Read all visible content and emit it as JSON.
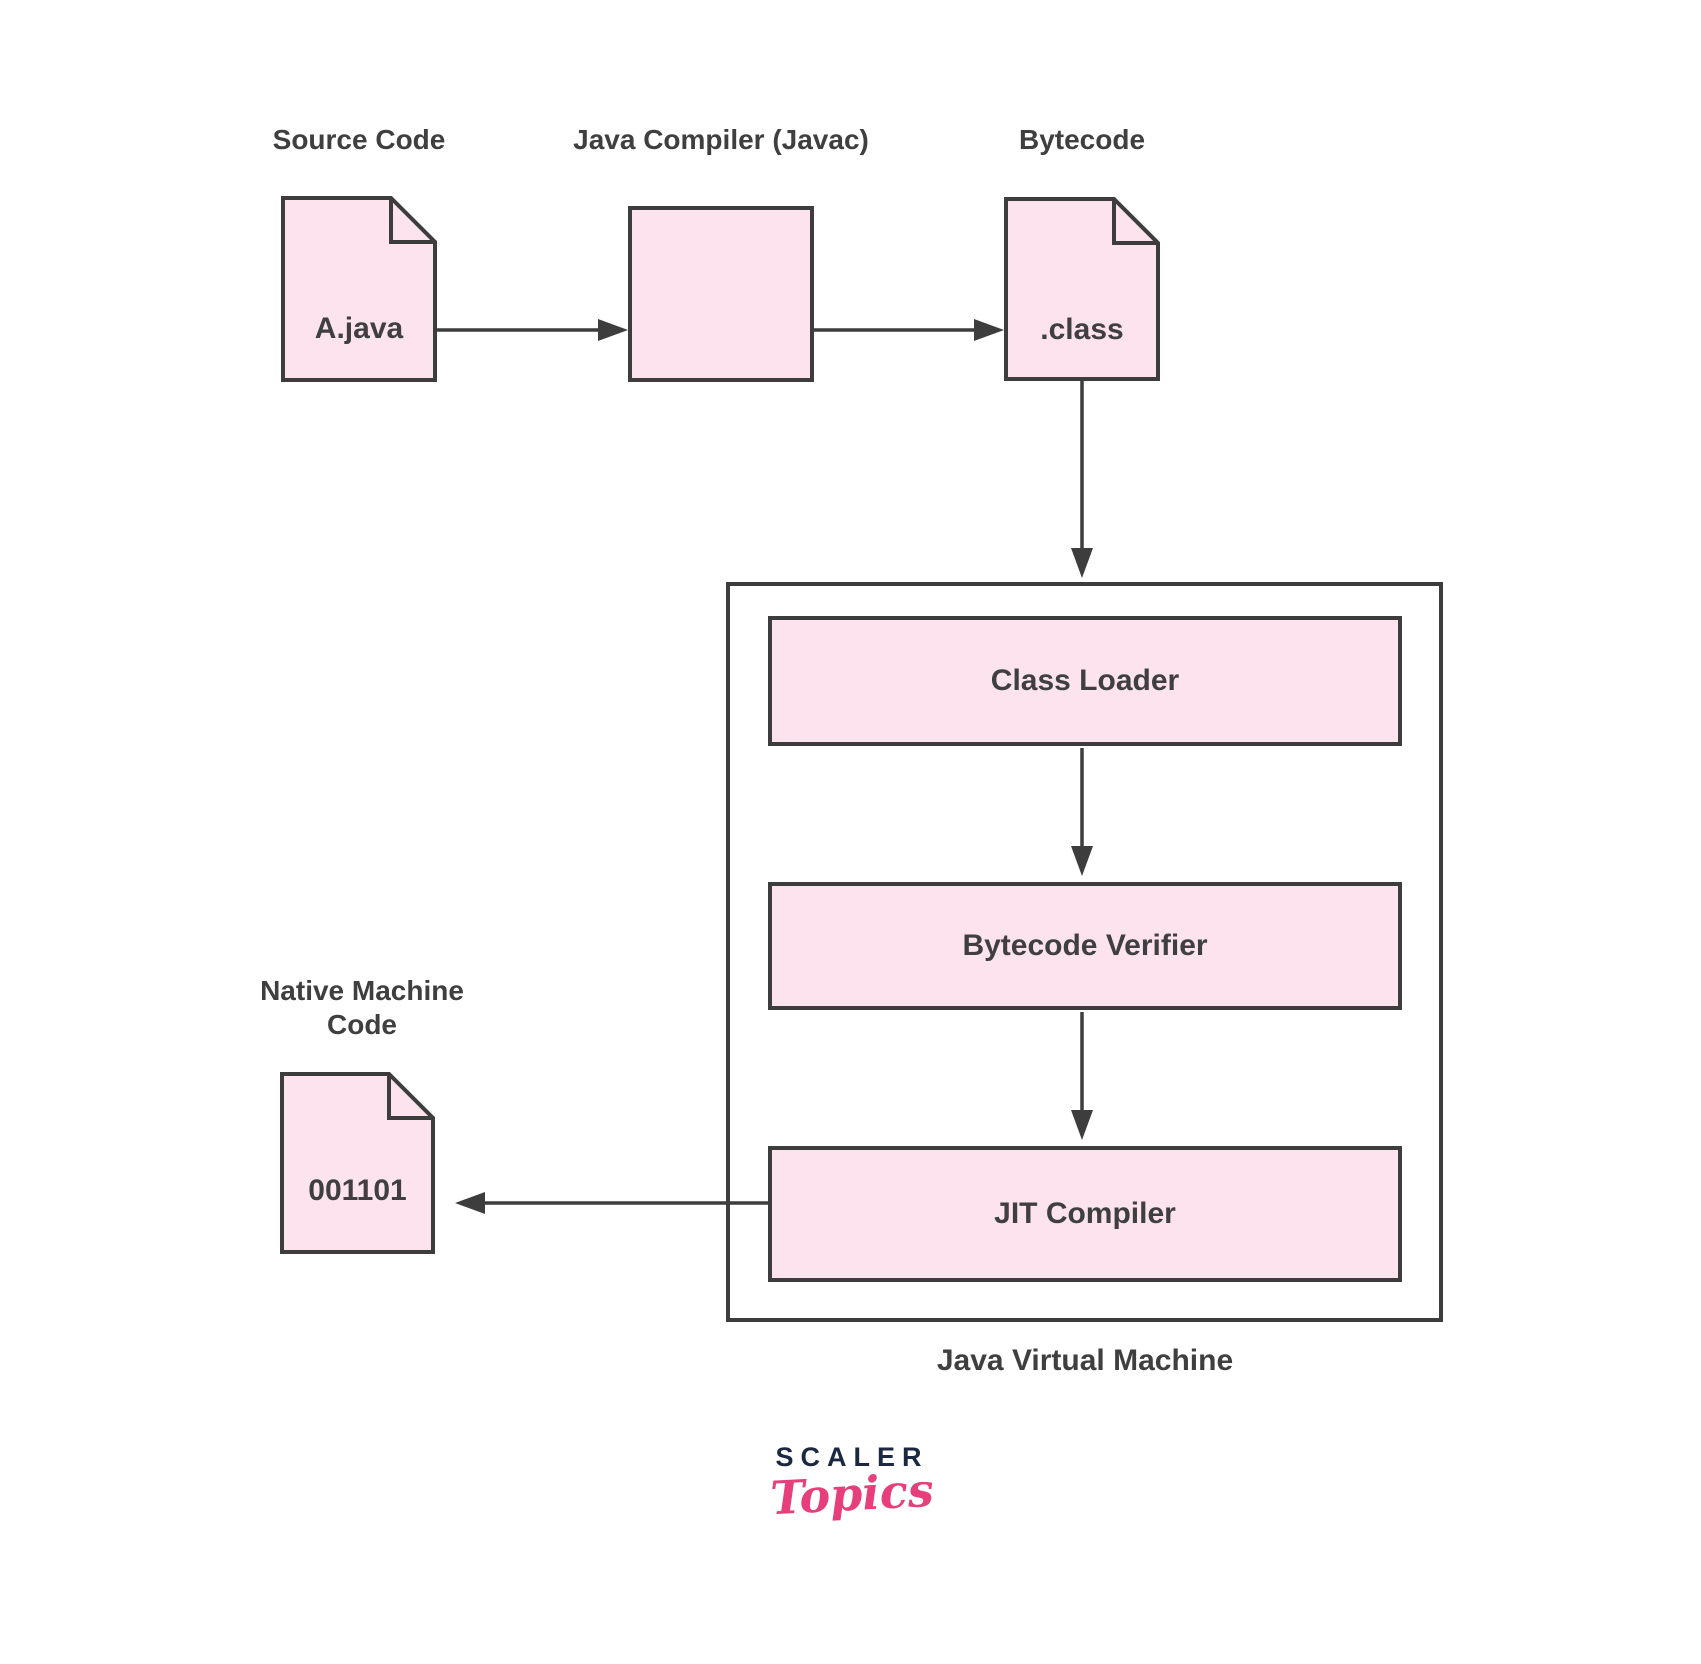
{
  "colors": {
    "node_fill": "#fce3ee",
    "stroke": "#3d3d3d",
    "text": "#3f3f3f",
    "logo_navy": "#1b2940",
    "logo_pink": "#e73e7c",
    "background": "#ffffff"
  },
  "flow": {
    "source": {
      "title": "Source Code",
      "file": "A.java"
    },
    "compiler": {
      "title": "Java Compiler (Javac)"
    },
    "bytecode": {
      "title": "Bytecode",
      "file": ".class"
    },
    "jvm": {
      "caption": "Java Virtual Machine",
      "stages": [
        {
          "label": "Class Loader"
        },
        {
          "label": "Bytecode Verifier"
        },
        {
          "label": "JIT Compiler"
        }
      ]
    },
    "native": {
      "title_lines": [
        "Native Machine",
        "Code"
      ],
      "file": "001101"
    }
  },
  "logo": {
    "brand": "SCALER",
    "sub": "Topics"
  }
}
